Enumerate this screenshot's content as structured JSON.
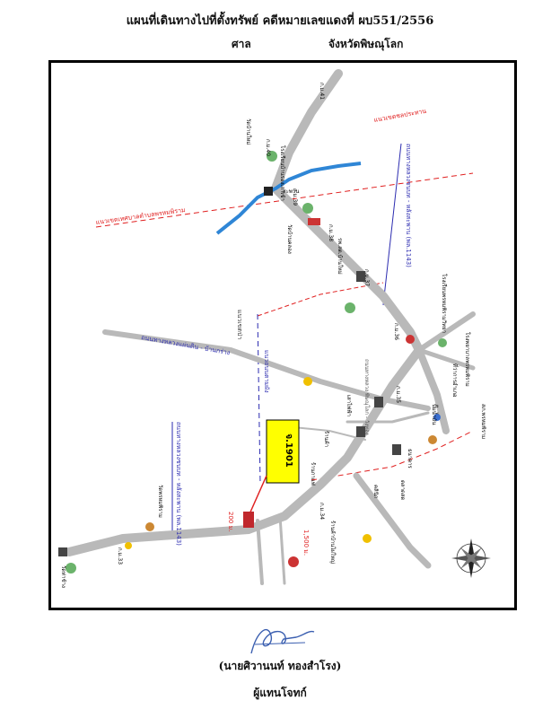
{
  "header": {
    "title": "แผนที่เดินทางไปที่ตั้งทรัพย์ คดีหมายเลขแดงที่ ผบ551/2556",
    "court_label": "ศาล",
    "province_label": "จังหวัดพิษณุโลก"
  },
  "map": {
    "colors": {
      "road": "#b9b9b9",
      "river": "#2f86d6",
      "boundary": "#e02020",
      "highway_line": "#2b2bb0",
      "parcel": "#ffff00",
      "pin": "#e05050"
    },
    "labels": {
      "hwy_mukdahan_phitsanulok": "ถนนทางหลวง พิษณุโลก - วังทอง",
      "hwy_1143_right": "ถนนทางหลวงชนบท - หลังสะพาน (พล.1143)",
      "hwy_national": "ถนนทางหลวงแผ่นดิน - บ้านกร่าง",
      "hwy_1143_left": "ถนนทางหลวงชนบท - หลังสะพาน (พล.1143)",
      "boundary_left": "แนวเขตเทศบาลตำบลพรหมพิราม",
      "boundary_right": "แนวเขตชลประทาน",
      "mid_line": "แนวเขตป่า",
      "mid_line2": "แนวถนนตามผัง",
      "distance_200": "200 ม.",
      "distance_1500": "1,500 ม.",
      "km_41": "ก.ม.41",
      "km_40": "ก.ม.40",
      "km_39": "ก.ม.39",
      "km_38": "ก.ม.38",
      "km_37": "ก.ม.37",
      "km_36": "ก.ม.36",
      "km_35": "ก.ม.35",
      "km_34": "ก.ม.34",
      "km_33": "ก.ม.33",
      "poi_temple_top": "วัดบ้านใหม่",
      "poi_school": "โรงเรียนบ้านร่องเสาเข้า",
      "poi_health": "รพ.สต.บ้านใหม่",
      "poi_temple_river": "วัดบ้านคลอง",
      "poi_gov": "ที่ว่าการอำเภอ",
      "poi_shop": "ร้านค้า",
      "poi_pole": "เสาไฟฟ้า",
      "poi_cafe": "ร้านกาแฟ",
      "poi_gas": "ปั๊มน้ำมัน",
      "poi_bank": "ธนาคาร",
      "poi_market": "ตลาดสด",
      "poi_clinic": "คลินิก",
      "poi_temple_left": "วัดพรหมพิราม",
      "poi_school_right": "โรงเรียนพรหมพิรามวิทยา",
      "poi_hospital": "โรงพยาบาลพรหมพิราม",
      "poi_police": "สภ.พรหมพิราม",
      "poi_temple_bottom": "วัดท่าช้าง",
      "poi_shop_bottom": "ร้านค้าบ้านไผ่ใหญ่",
      "poi_bridge": "สะพาน",
      "parcel_label": "จ.1901"
    }
  },
  "signature": {
    "name": "(นายศิวานนท์ ทองสำโรง)",
    "role": "ผู้แทนโจทก์"
  }
}
